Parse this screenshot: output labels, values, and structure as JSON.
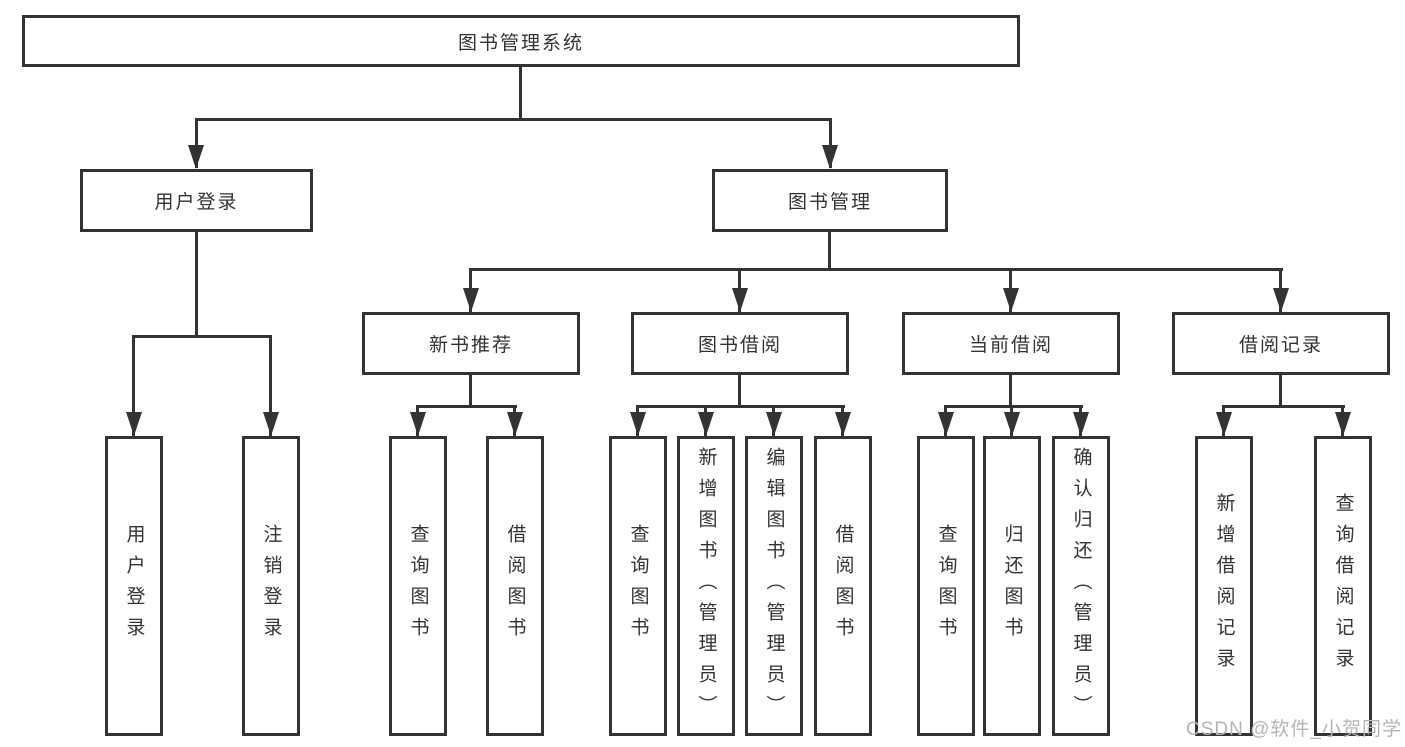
{
  "diagram_type": "hierarchy-tree",
  "colors": {
    "line": "#333333",
    "box_background": "#ffffff",
    "watermark_text_color": "#b5b5b5"
  },
  "watermark": {
    "text": "CSDN @软件_小贺同学"
  },
  "nodes": {
    "root": "图书管理系统",
    "user_login": "用户登录",
    "book_management": "图书管理",
    "new_book_recommend": "新书推荐",
    "book_borrow": "图书借阅",
    "current_borrow": "当前借阅",
    "borrow_records": "借阅记录",
    "leaf_user_login": "用户登录",
    "leaf_logout": "注销登录",
    "recommend_query_books": "查询图书",
    "recommend_borrow_books": "借阅图书",
    "borrow_query_books": "查询图书",
    "borrow_add_books": "新增图书（管理员）",
    "borrow_edit_books": "编辑图书（管理员）",
    "borrow_borrow_books": "借阅图书",
    "current_query_books": "查询图书",
    "current_return_books": "归还图书",
    "current_confirm_return": "确认归还（管理员）",
    "records_add_record": "新增借阅记录",
    "records_query_record": "查询借阅记录"
  }
}
